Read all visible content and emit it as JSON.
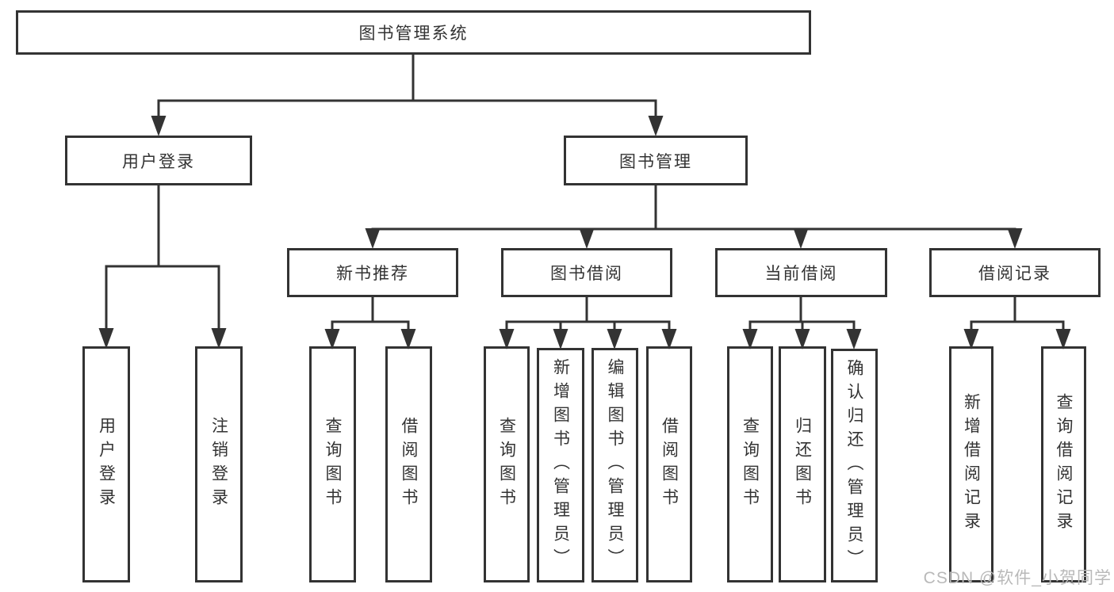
{
  "diagram_title": "图书管理系统",
  "tree": {
    "label": "图书管理系统",
    "children": [
      {
        "label": "用户登录",
        "children": [
          {
            "label": "用户登录"
          },
          {
            "label": "注销登录"
          }
        ]
      },
      {
        "label": "图书管理",
        "children": [
          {
            "label": "新书推荐",
            "children": [
              {
                "label": "查询图书"
              },
              {
                "label": "借阅图书"
              }
            ]
          },
          {
            "label": "图书借阅",
            "children": [
              {
                "label": "查询图书"
              },
              {
                "label": "新增图书（管理员）"
              },
              {
                "label": "编辑图书（管理员）"
              },
              {
                "label": "借阅图书"
              }
            ]
          },
          {
            "label": "当前借阅",
            "children": [
              {
                "label": "查询图书"
              },
              {
                "label": "归还图书"
              },
              {
                "label": "确认归还（管理员）"
              }
            ]
          },
          {
            "label": "借阅记录",
            "children": [
              {
                "label": "新增借阅记录"
              },
              {
                "label": "查询借阅记录"
              }
            ]
          }
        ]
      }
    ]
  },
  "watermark": {
    "text": "CSDN @软件_小贺同学"
  },
  "colors": {
    "line": "#333333",
    "box_border": "#333333",
    "box_background": "#ffffff",
    "text": "#333333",
    "watermark": "#b9b9b9"
  }
}
